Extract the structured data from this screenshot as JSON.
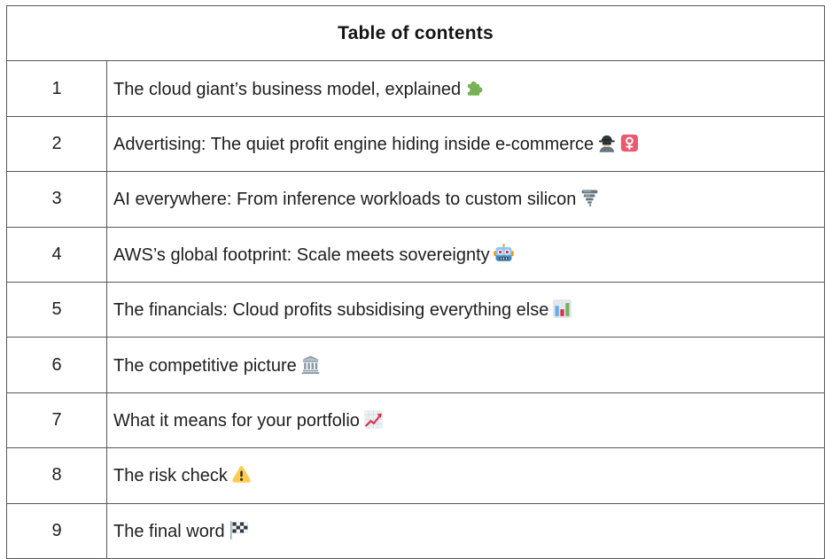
{
  "table": {
    "title": "Table of contents",
    "border_color": "#56575b",
    "text_color": "#1e1e20",
    "rows": [
      {
        "number": "1",
        "title": "The cloud giant’s business model, explained",
        "emoji": "🧩",
        "icon": "puzzle-piece"
      },
      {
        "number": "2",
        "title": "Advertising: The quiet profit engine hiding inside e-commerce",
        "emoji": "🕵️‍♀️",
        "icon": "woman-detective"
      },
      {
        "number": "3",
        "title": "AI everywhere: From inference workloads to custom silicon",
        "emoji": "🌪️",
        "icon": "tornado"
      },
      {
        "number": "4",
        "title": "AWS’s global footprint: Scale meets sovereignty",
        "emoji": "🤖",
        "icon": "robot"
      },
      {
        "number": "5",
        "title": "The financials: Cloud profits subsidising everything else",
        "emoji": "📊",
        "icon": "bar-chart"
      },
      {
        "number": "6",
        "title": "The competitive picture",
        "emoji": "🏛️",
        "icon": "classical-building"
      },
      {
        "number": "7",
        "title": "What it means for your portfolio",
        "emoji": "📈",
        "icon": "chart-increasing"
      },
      {
        "number": "8",
        "title": "The risk check",
        "emoji": "⚠️",
        "icon": "warning"
      },
      {
        "number": "9",
        "title": "The final word",
        "emoji": "🏁",
        "icon": "chequered-flag"
      }
    ]
  }
}
